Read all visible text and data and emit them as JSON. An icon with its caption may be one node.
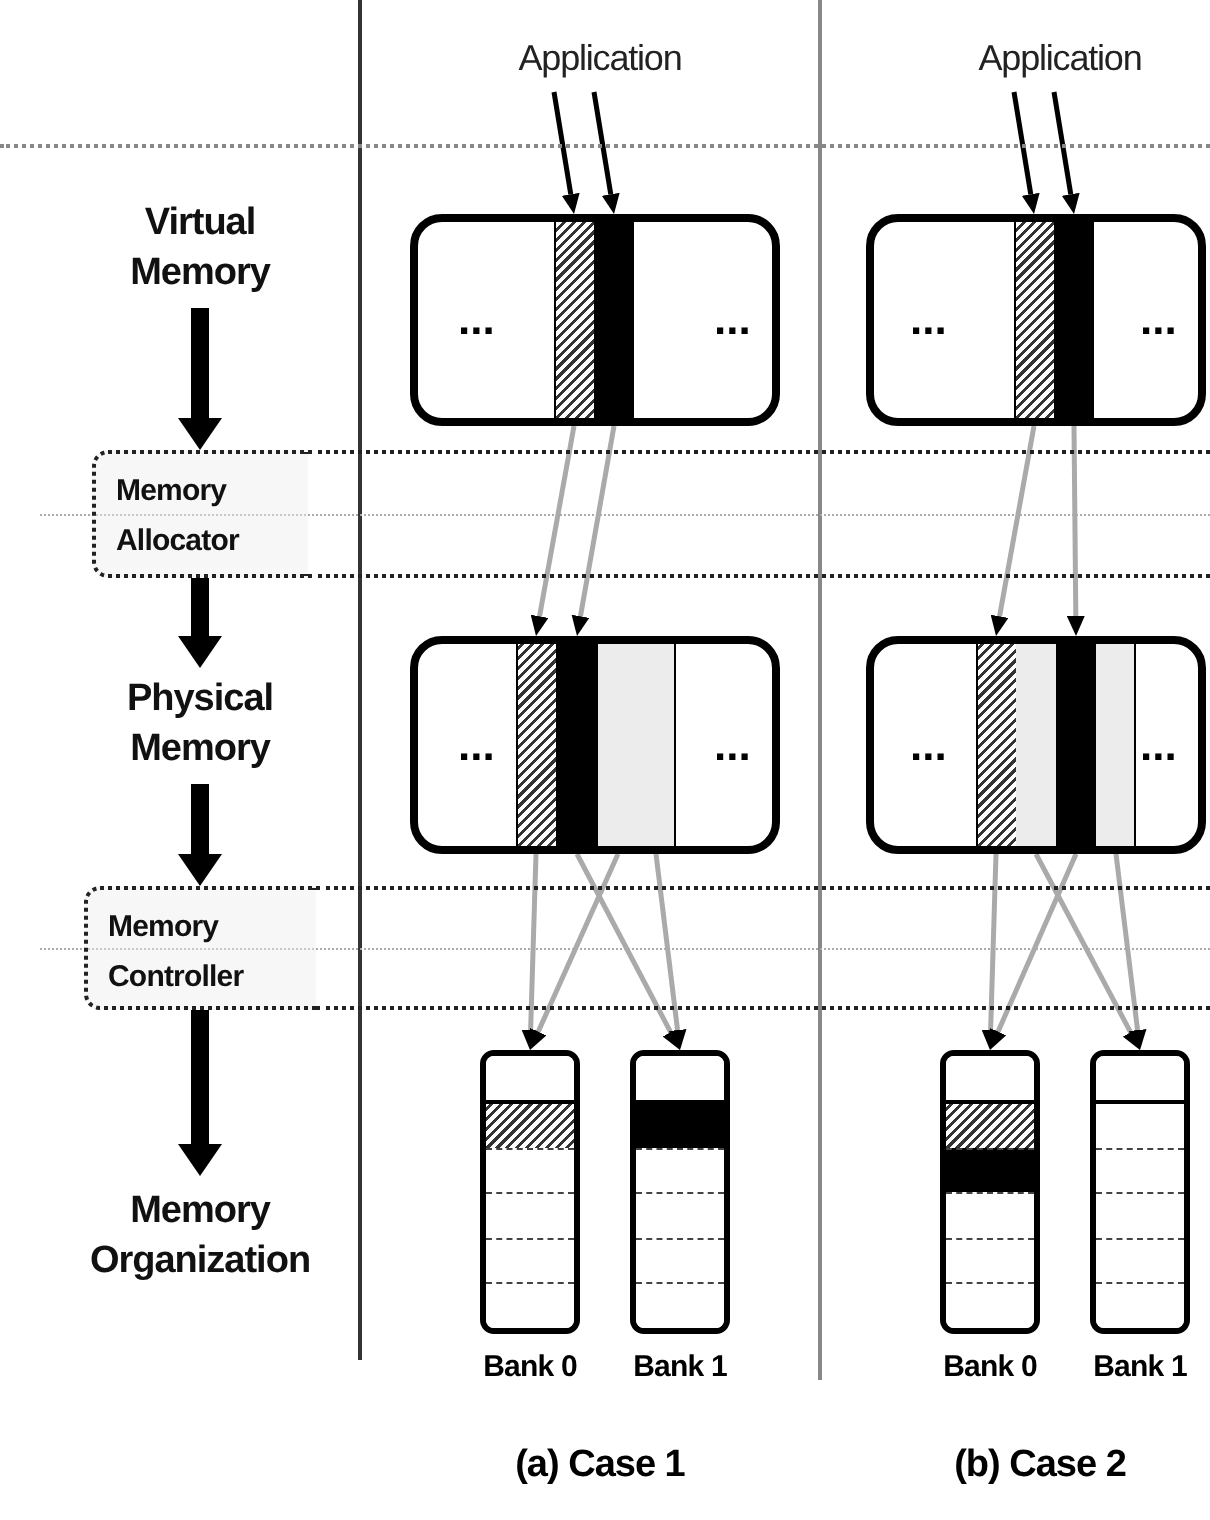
{
  "diagram": {
    "nodes": [
      {
        "text": [
          "Virtual Memory"
        ]
      },
      {
        "text": [
          "Memory Allocator"
        ]
      },
      {
        "text": [
          "Physical Memory"
        ]
      },
      {
        "text": [
          "Memory Controller"
        ]
      },
      {
        "text": [
          "Memory Organization"
        ]
      },
      {
        "text": [
          "Application"
        ]
      },
      {
        "text": [
          "...",
          "..."
        ]
      },
      {
        "text": [],
        "shape": "bar",
        "in": 6
      },
      {
        "text": [],
        "shape": "bar",
        "in": 6
      },
      {
        "text": [
          "...",
          "..."
        ]
      },
      {
        "text": [],
        "shape": "bar",
        "in": 9
      },
      {
        "text": [],
        "shape": "bar",
        "in": 9
      },
      {
        "text": [],
        "shape": "bar",
        "in": 9
      },
      {
        "text": [],
        "shape": "bar",
        "in": 9
      },
      {
        "text": [
          "Bank 0"
        ]
      },
      {
        "text": [
          "Bank 1"
        ]
      },
      {
        "text": [
          "Application"
        ]
      },
      {
        "text": [
          "...",
          "..."
        ]
      },
      {
        "text": [],
        "shape": "bar",
        "in": 17
      },
      {
        "text": [],
        "shape": "bar",
        "in": 17
      },
      {
        "text": [
          "...",
          "..."
        ]
      },
      {
        "text": [],
        "shape": "bar",
        "in": 20
      },
      {
        "text": [],
        "shape": "bar",
        "in": 20
      },
      {
        "text": [],
        "shape": "bar",
        "in": 20
      },
      {
        "text": [],
        "shape": "bar",
        "in": 20
      },
      {
        "text": [
          "Bank 0"
        ]
      },
      {
        "text": [
          "Bank 1"
        ]
      }
    ],
    "edges": [
      {
        "from": 0,
        "to": 1,
        "arrow": "to",
        "style": "thick",
        "color": "#000000"
      },
      {
        "from": 1,
        "to": 2,
        "arrow": "to",
        "style": "thick",
        "color": "#000000"
      },
      {
        "from": 2,
        "to": 3,
        "arrow": "to",
        "style": "thick",
        "color": "#000000"
      },
      {
        "from": 3,
        "to": 4,
        "arrow": "to",
        "style": "thick",
        "color": "#000000"
      },
      {
        "from": 5,
        "to": 7,
        "arrow": "to",
        "color": "#000000"
      },
      {
        "from": 5,
        "to": 8,
        "arrow": "to",
        "color": "#000000"
      },
      {
        "from": 7,
        "to": 10,
        "arrow": "to"
      },
      {
        "from": 8,
        "to": 11,
        "arrow": "to"
      },
      {
        "from": 10,
        "to": 14,
        "arrow": "to"
      },
      {
        "from": 11,
        "to": 15,
        "arrow": "to"
      },
      {
        "from": 12,
        "to": 14,
        "arrow": "to"
      },
      {
        "from": 13,
        "to": 15,
        "arrow": "to"
      },
      {
        "from": 16,
        "to": 18,
        "arrow": "to",
        "color": "#000000"
      },
      {
        "from": 16,
        "to": 19,
        "arrow": "to",
        "color": "#000000"
      },
      {
        "from": 18,
        "to": 21,
        "arrow": "to"
      },
      {
        "from": 19,
        "to": 23,
        "arrow": "to"
      },
      {
        "from": 21,
        "to": 25,
        "arrow": "to"
      },
      {
        "from": 22,
        "to": 26,
        "arrow": "to"
      },
      {
        "from": 23,
        "to": 25,
        "arrow": "to"
      },
      {
        "from": 24,
        "to": 26,
        "arrow": "to"
      }
    ],
    "labels": [
      "(a) Case 1",
      "(b) Case 2"
    ]
  }
}
